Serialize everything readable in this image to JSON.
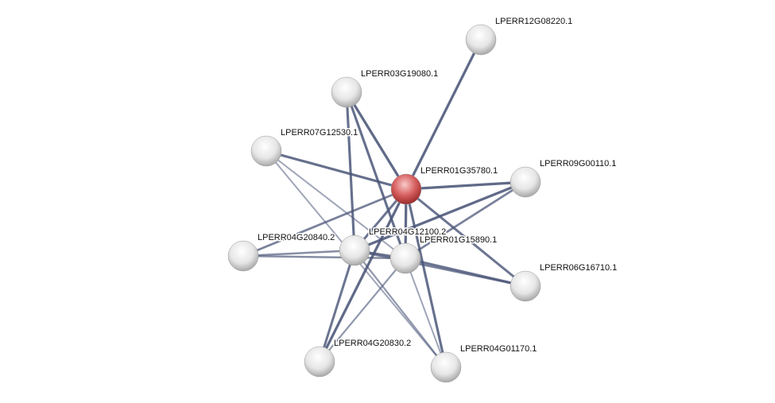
{
  "nodes": [
    {
      "id": "LPERR12G08220.1",
      "query": false
    },
    {
      "id": "LPERR03G19080.1",
      "query": false
    },
    {
      "id": "LPERR07G12530.1",
      "query": false
    },
    {
      "id": "LPERR01G35780.1",
      "query": true
    },
    {
      "id": "LPERR09G00110.1",
      "query": false
    },
    {
      "id": "LPERR04G20840.2",
      "query": false
    },
    {
      "id": "LPERR04G12100.2",
      "query": false
    },
    {
      "id": "LPERR01G15890.1",
      "query": false
    },
    {
      "id": "LPERR06G16710.1",
      "query": false
    },
    {
      "id": "LPERR04G20830.2",
      "query": false
    },
    {
      "id": "LPERR04G01170.1",
      "query": false
    }
  ],
  "edges": [
    [
      "LPERR01G35780.1",
      "LPERR12G08220.1",
      0.9
    ],
    [
      "LPERR01G35780.1",
      "LPERR03G19080.1",
      0.9
    ],
    [
      "LPERR01G35780.1",
      "LPERR07G12530.1",
      0.85
    ],
    [
      "LPERR01G35780.1",
      "LPERR09G00110.1",
      0.9
    ],
    [
      "LPERR01G35780.1",
      "LPERR04G20840.2",
      0.7
    ],
    [
      "LPERR01G35780.1",
      "LPERR04G12100.2",
      0.8
    ],
    [
      "LPERR01G35780.1",
      "LPERR01G15890.1",
      0.9
    ],
    [
      "LPERR01G35780.1",
      "LPERR06G16710.1",
      0.8
    ],
    [
      "LPERR01G35780.1",
      "LPERR04G20830.2",
      0.9
    ],
    [
      "LPERR01G35780.1",
      "LPERR04G01170.1",
      0.85
    ],
    [
      "LPERR03G19080.1",
      "LPERR04G12100.2",
      0.85
    ],
    [
      "LPERR03G19080.1",
      "LPERR01G15890.1",
      0.85
    ],
    [
      "LPERR07G12530.1",
      "LPERR01G15890.1",
      0.4
    ],
    [
      "LPERR07G12530.1",
      "LPERR04G01170.1",
      0.4
    ],
    [
      "LPERR09G00110.1",
      "LPERR04G12100.2",
      0.9
    ],
    [
      "LPERR09G00110.1",
      "LPERR01G15890.1",
      0.7
    ],
    [
      "LPERR04G20840.2",
      "LPERR04G12100.2",
      0.6
    ],
    [
      "LPERR04G20840.2",
      "LPERR01G15890.1",
      0.6
    ],
    [
      "LPERR04G12100.2",
      "LPERR01G15890.1",
      0.8
    ],
    [
      "LPERR04G12100.2",
      "LPERR06G16710.1",
      0.7
    ],
    [
      "LPERR01G15890.1",
      "LPERR06G16710.1",
      0.8
    ],
    [
      "LPERR04G12100.2",
      "LPERR04G20830.2",
      0.8
    ],
    [
      "LPERR04G12100.2",
      "LPERR04G01170.1",
      0.5
    ],
    [
      "LPERR01G15890.1",
      "LPERR04G20830.2",
      0.5
    ],
    [
      "LPERR01G15890.1",
      "LPERR04G01170.1",
      0.4
    ]
  ],
  "colors": {
    "edge": "#4a5578",
    "node": "#e8e8e8",
    "query_node": "#d25a5a"
  }
}
